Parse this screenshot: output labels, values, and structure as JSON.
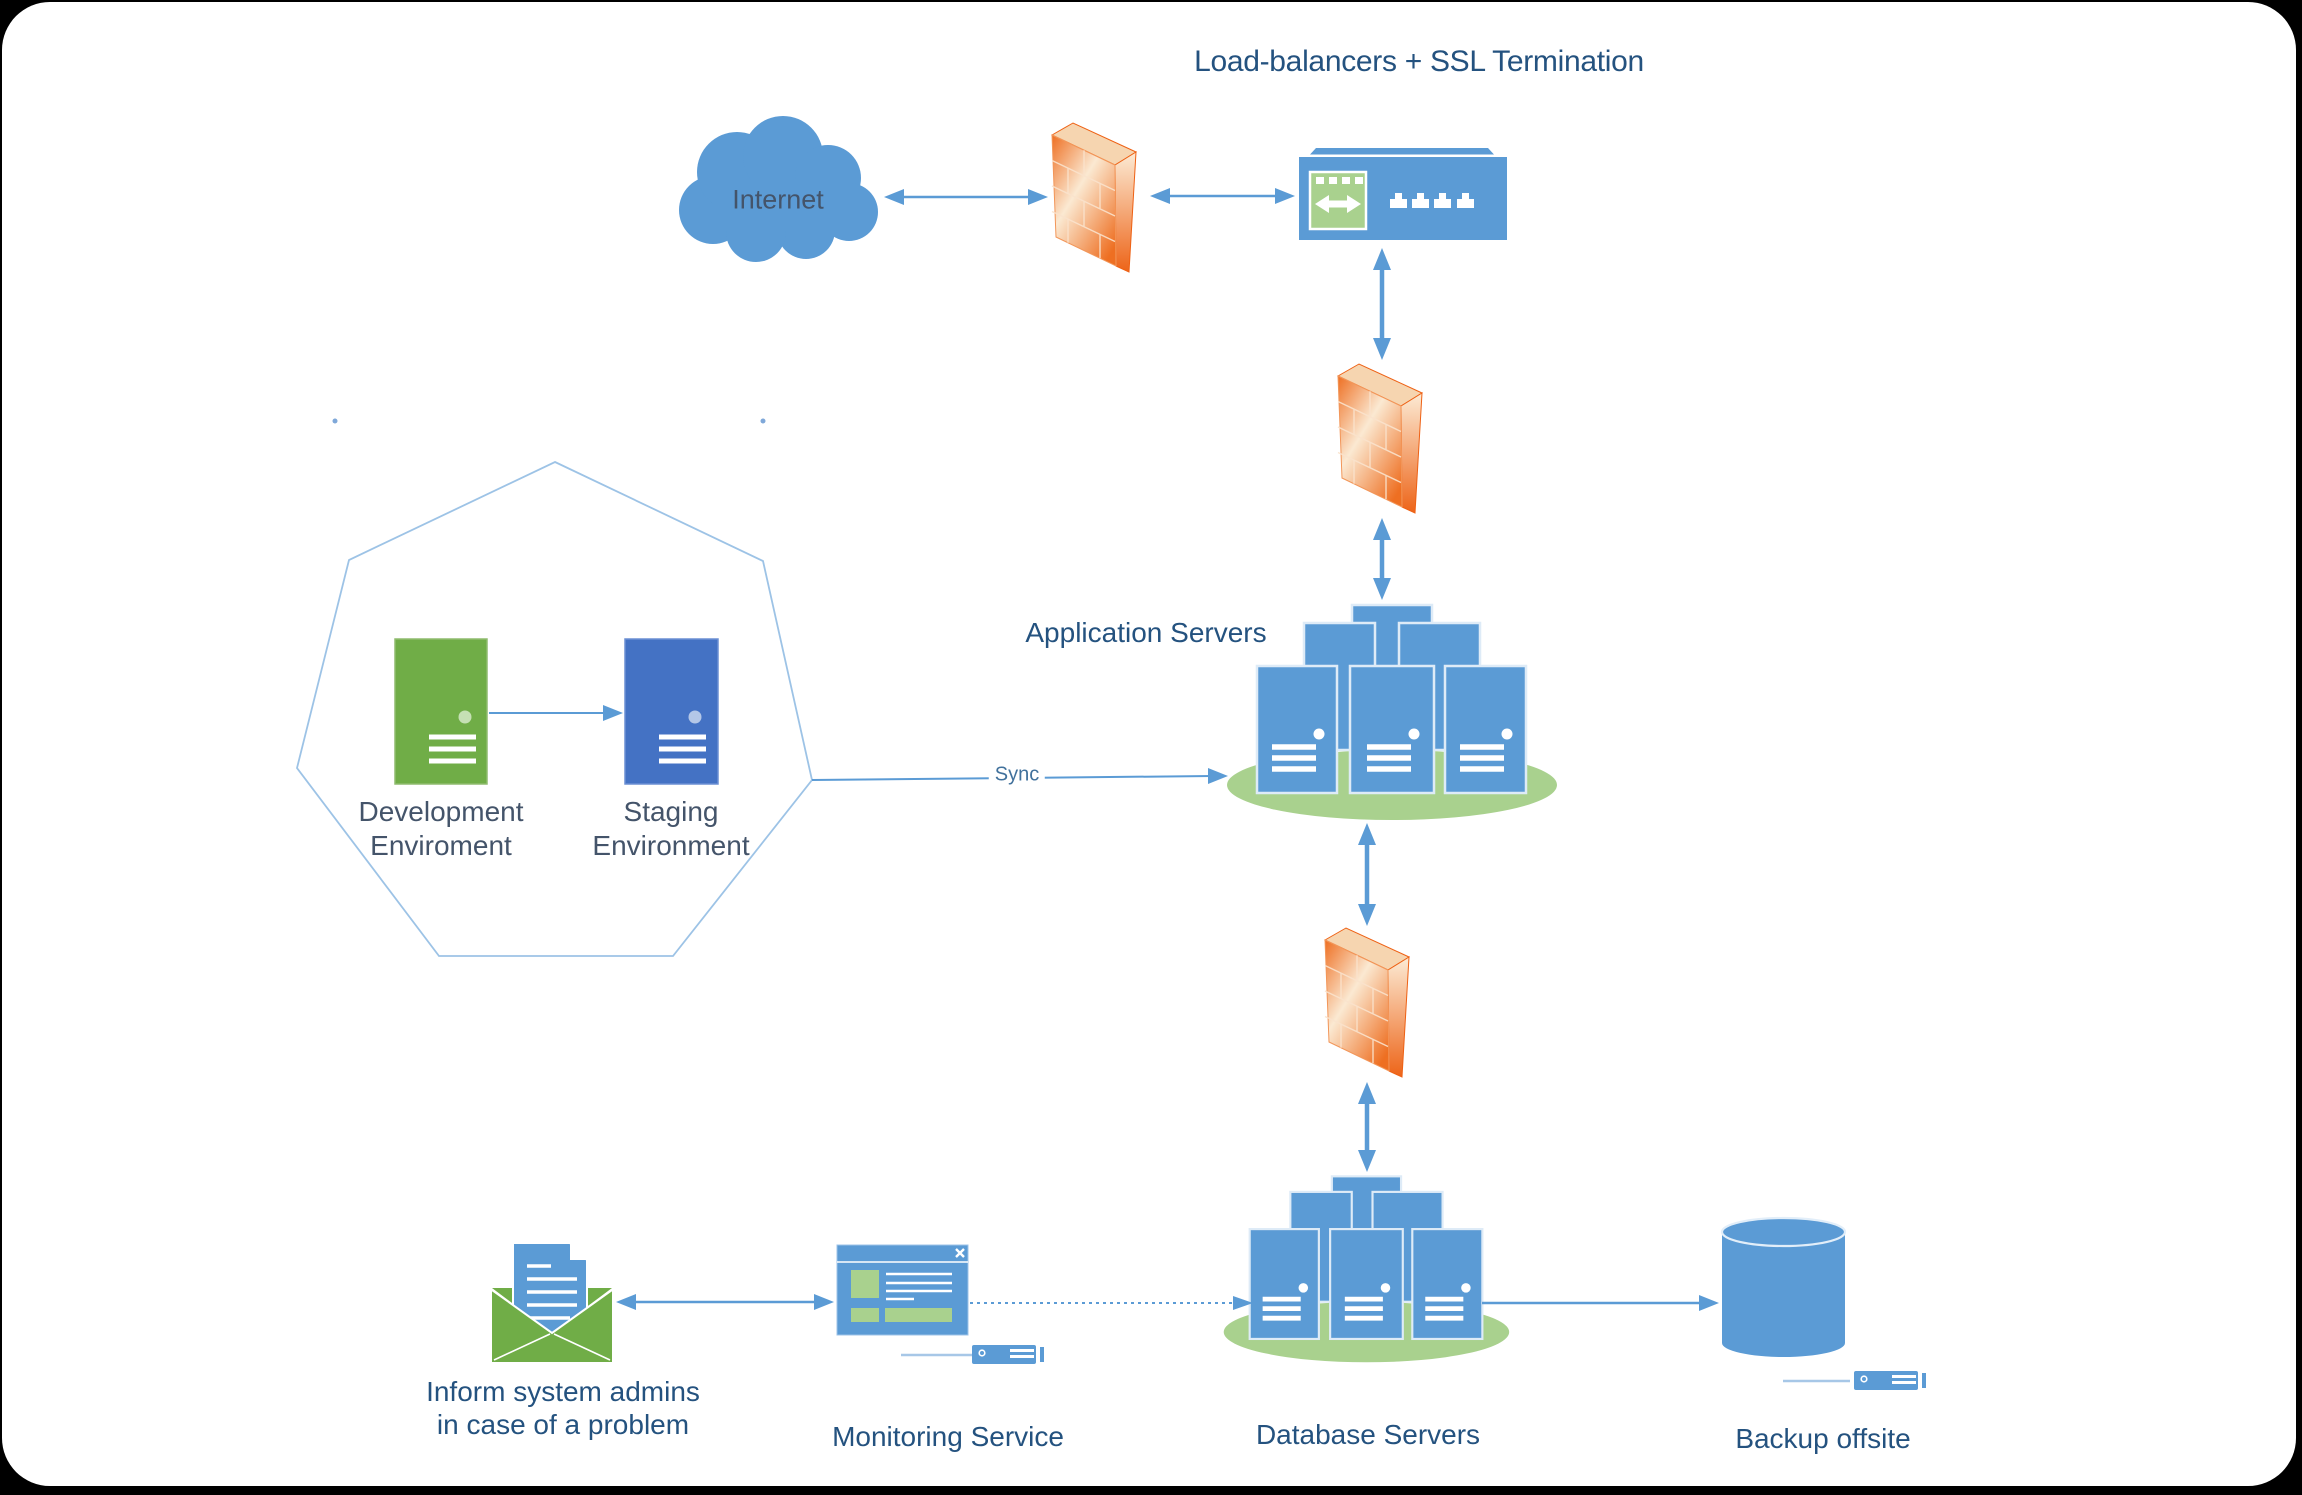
{
  "nodes": {
    "internet": {
      "label": "Internet"
    },
    "load_balancers": {
      "label": "Load-balancers + SSL Termination"
    },
    "application_servers": {
      "label": "Application Servers"
    },
    "database_servers": {
      "label": "Database Servers"
    },
    "monitoring_service": {
      "label": "Monitoring Service"
    },
    "backup_offsite": {
      "label": "Backup offsite"
    },
    "alert_email": {
      "line1": "Inform system admins",
      "line2": "in case of a problem"
    },
    "development_environment": {
      "line1": "Development",
      "line2": "Enviroment"
    },
    "staging_environment": {
      "line1": "Staging",
      "line2": "Environment"
    }
  },
  "edges": {
    "sync": {
      "label": "Sync"
    }
  },
  "colors": {
    "node_blue": "#5B9BD5",
    "staging_blue": "#4472C4",
    "node_green": "#70AD47",
    "platform_green": "#A9D18E",
    "firewall_orange": "#F0742B",
    "connector_blue": "#5B9BD5",
    "heading_text": "#24527F",
    "secondary_text": "#44546A"
  }
}
